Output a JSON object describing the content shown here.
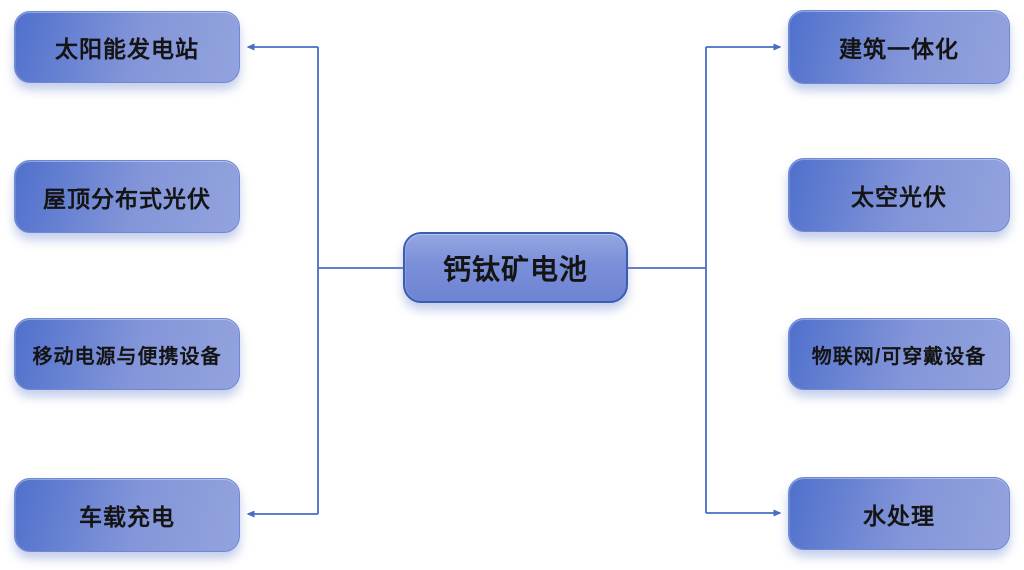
{
  "diagram": {
    "center": {
      "label": "钙钛矿电池"
    },
    "left": [
      {
        "label": "太阳能发电站"
      },
      {
        "label": "屋顶分布式光伏"
      },
      {
        "label": "移动电源与便携设备"
      },
      {
        "label": "车载充电"
      }
    ],
    "right": [
      {
        "label": "建筑一体化"
      },
      {
        "label": "太空光伏"
      },
      {
        "label": "物联网/可穿戴设备"
      },
      {
        "label": "水处理"
      }
    ]
  },
  "colors": {
    "background": "#ffffff",
    "connector": "#4a6dc3",
    "node-fill-start": "#4f70cc",
    "node-fill-end": "#93a3de",
    "node-border": "#6f88d4",
    "center-border": "#3d5cb0",
    "text": "#141414"
  }
}
